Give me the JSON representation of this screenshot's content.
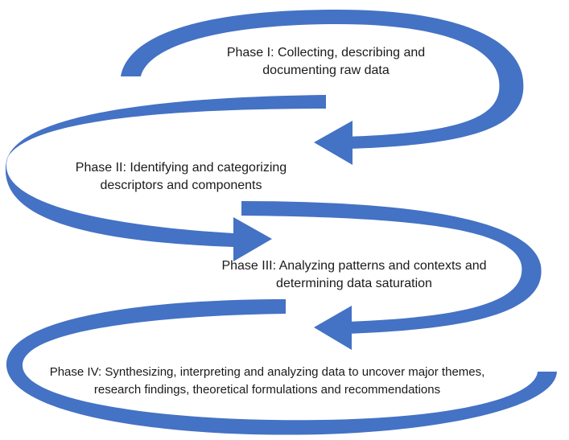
{
  "colors": {
    "arrow": "#4472C4",
    "text": "#1a1a1a",
    "background": "#ffffff"
  },
  "phases": [
    {
      "line1": "Phase I: Collecting, describing and",
      "line2": "documenting raw data"
    },
    {
      "line1": "Phase II: Identifying and categorizing",
      "line2": "descriptors and components"
    },
    {
      "line1": "Phase III: Analyzing patterns and contexts and",
      "line2": "determining data saturation"
    },
    {
      "line1": "Phase IV: Synthesizing, interpreting and analyzing data to uncover major themes,",
      "line2": "research findings, theoretical formulations and recommendations"
    }
  ]
}
